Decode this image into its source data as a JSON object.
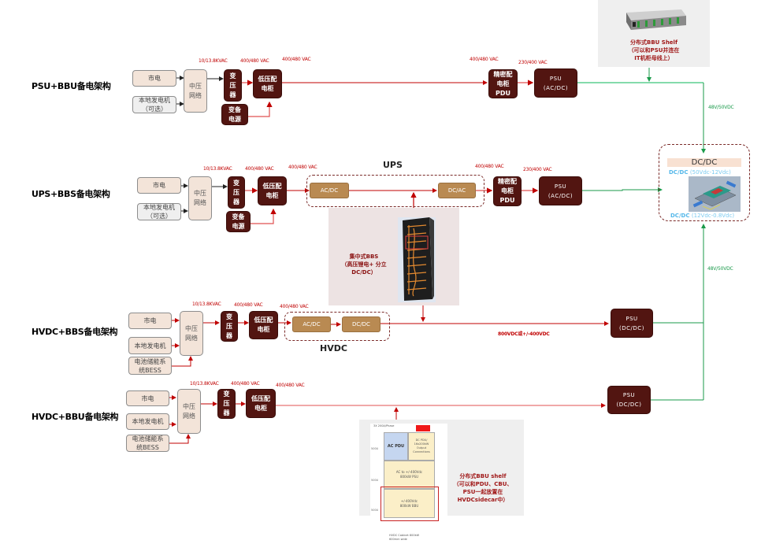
{
  "colors": {
    "dark_block": "#521511",
    "source_fill": "#f3e4d9",
    "converter_fill": "#b98a52",
    "ac_line": "#c00000",
    "dc_line": "#1a9a4a",
    "dashed_border": "#7a2a28",
    "dcdc_label": "#55b8ea"
  },
  "rows": [
    {
      "title": "PSU+BBU备电架构",
      "sources": [
        {
          "label": "市电"
        },
        {
          "label": "本地发电机\n（可选）"
        }
      ],
      "mv_network": "中压\n网络",
      "transformer": "变\n压\n器",
      "lv_panel": "低压配\n电柜",
      "backup": "变备\n电源",
      "pdu": "精密配\n电柜\nPDU",
      "psu": "PSU\n(AC/DC)",
      "voltages": [
        "10/13.8KVAC",
        "400/480 VAC",
        "400/480 VAC",
        "400/480 VAC",
        "230/400 VAC"
      ]
    },
    {
      "title": "UPS+BBS备电架构",
      "sources": [
        {
          "label": "市电"
        },
        {
          "label": "本地发电机\n（可选）"
        }
      ],
      "mv_network": "中压\n网络",
      "transformer": "变\n压\n器",
      "lv_panel": "低压配\n电柜",
      "backup": "变备\n电源",
      "ups_group": {
        "title": "UPS",
        "converters": [
          "AC/DC",
          "DC/AC"
        ]
      },
      "pdu": "精密配\n电柜\nPDU",
      "psu": "PSU\n(AC/DC)",
      "voltages": [
        "10/13.8KVAC",
        "400/480 VAC",
        "400/480 VAC",
        "400/480 VAC",
        "230/400 VAC"
      ]
    },
    {
      "title": "HVDC+BBS备电架构",
      "sources": [
        {
          "label": "市电"
        },
        {
          "label": "本地发电机"
        },
        {
          "label": "电池储能系\n统BESS"
        }
      ],
      "mv_network": "中压\n网络",
      "transformer": "变\n压\n器",
      "lv_panel": "低压配\n电柜",
      "hvdc_group": {
        "title": "HVDC",
        "converters": [
          "AC/DC",
          "DC/DC"
        ]
      },
      "psu": "PSU\n(DC/DC)",
      "voltages": [
        "10/13.8KVAC",
        "400/480 VAC",
        "400/480 VAC"
      ],
      "dc_bus_label": "800VDC或+/-400VDC"
    },
    {
      "title": "HVDC+BBU备电架构",
      "sources": [
        {
          "label": "市电"
        },
        {
          "label": "本地发电机"
        },
        {
          "label": "电池储能系\n统BESS"
        }
      ],
      "mv_network": "中压\n网络",
      "transformer": "变\n压\n器",
      "lv_panel": "低压配\n电柜",
      "psu": "PSU\n(DC/DC)",
      "voltages": [
        "10/13.8KVAC",
        "400/480 VAC",
        "400/480 VAC"
      ]
    }
  ],
  "bbu_shelf_top": {
    "caption": "分布式BBU Shelf\n（可以和PSU并连在\nIT机柜母线上）"
  },
  "bbs_central": {
    "caption": "集中式BBS\n（高压锂电+ 分立\nDC/DC）"
  },
  "bbu_shelf_bottom": {
    "caption": "分布式BBU shelf\n（可以和PDU、CBU、\nPSU一起放置在\nHVDCsidecar中）",
    "cabinet": {
      "header": "3X 200A/Phase",
      "ac_pdu": "AC PDU",
      "dc_pdu": "DC PDU/\n16x200kW\nOutput\nConnections",
      "psu": "AC to +/-400Vdc\n800kW PSU",
      "bbu": "+/-400Vdc\n800kW BBU",
      "side_labels": [
        "500U",
        "500U",
        "500U"
      ],
      "footer": "HVDC Cabinet 800kW\n600mm wide"
    }
  },
  "dcdc_module": {
    "title": "DC/DC",
    "stage1_prefix": "DC/DC ",
    "stage1_range": "(50Vdc-12Vdc)",
    "stage2_prefix": "DC/DC ",
    "stage2_range": "(12Vdc-0.8Vdc)"
  },
  "dc_bus_labels": [
    "48V/50VDC",
    "48V/50VDC"
  ]
}
